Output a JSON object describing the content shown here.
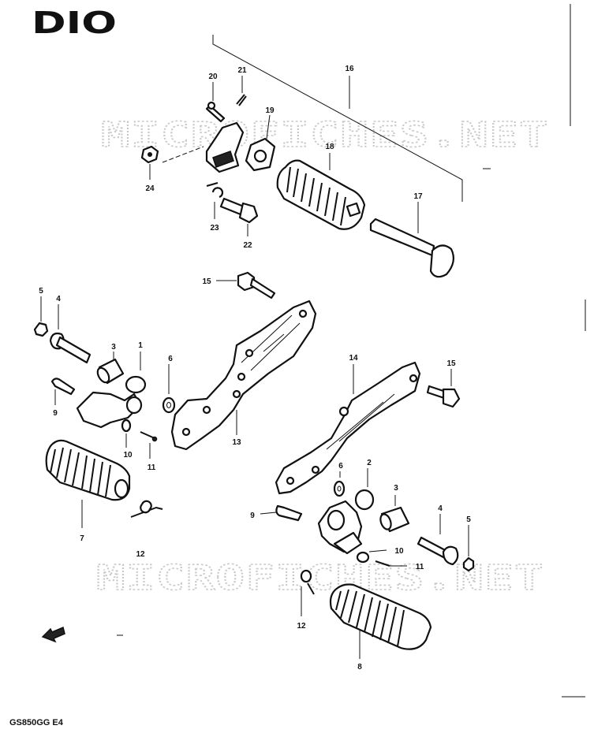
{
  "header": {
    "title": "DIO"
  },
  "watermarks": [
    "MICROFICHES.NET",
    "MICROFICHES.NET"
  ],
  "footer": {
    "model_code": "GS850GG E4"
  },
  "callouts": [
    "1",
    "2",
    "3",
    "3",
    "4",
    "4",
    "5",
    "5",
    "6",
    "6",
    "7",
    "8",
    "9",
    "9",
    "10",
    "10",
    "11",
    "11",
    "12",
    "12",
    "13",
    "14",
    "15",
    "15",
    "16",
    "17",
    "18",
    "19",
    "20",
    "21",
    "22",
    "23",
    "24"
  ]
}
